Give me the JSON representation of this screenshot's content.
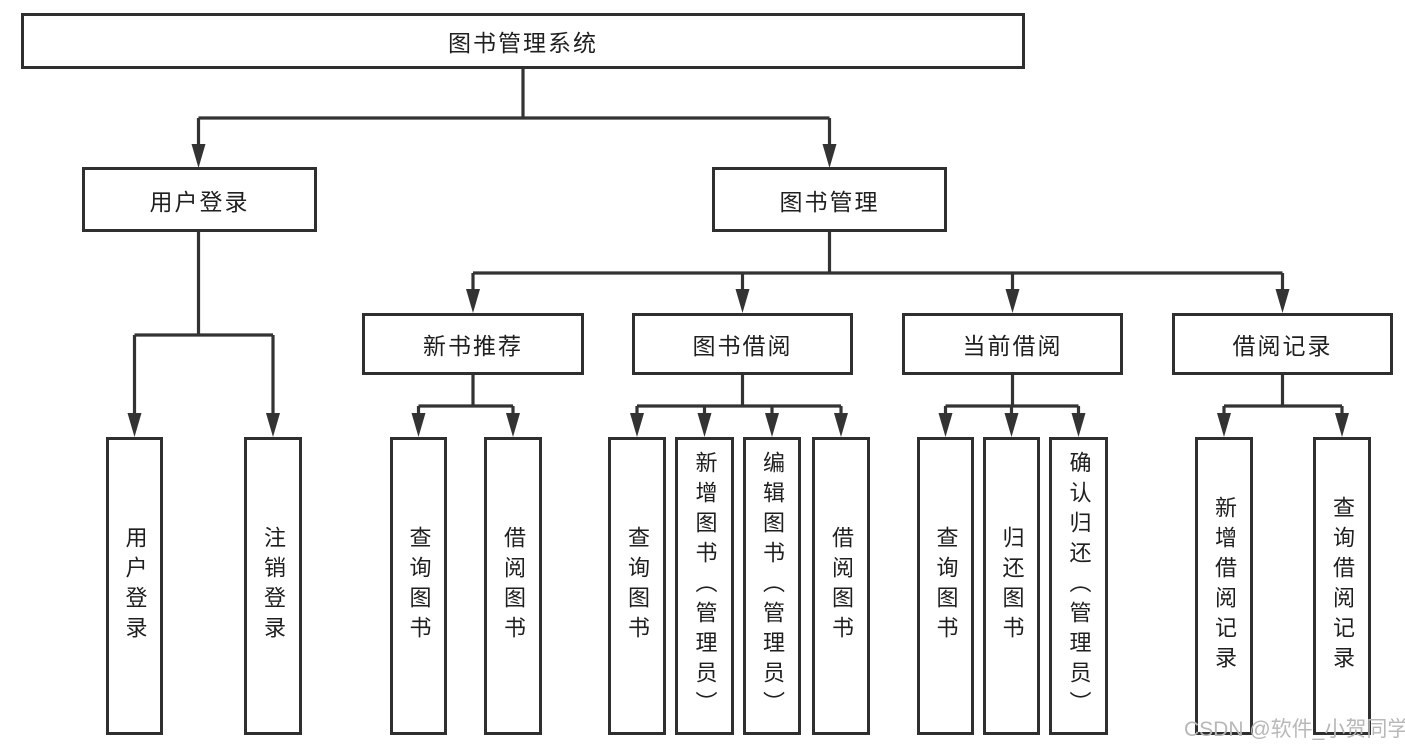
{
  "diagram": {
    "root": {
      "label": "图书管理系统"
    },
    "branches": [
      {
        "label": "用户登录",
        "children": [
          "用户登录",
          "注销登录"
        ]
      },
      {
        "label": "图书管理",
        "children": [
          {
            "label": "新书推荐",
            "children": [
              "查询图书",
              "借阅图书"
            ]
          },
          {
            "label": "图书借阅",
            "children": [
              "查询图书",
              "新增图书（管理员）",
              "编辑图书（管理员）",
              "借阅图书"
            ]
          },
          {
            "label": "当前借阅",
            "children": [
              "查询图书",
              "归还图书",
              "确认归还（管理员）"
            ]
          },
          {
            "label": "借阅记录",
            "children": [
              "新增借阅记录",
              "查询借阅记录"
            ]
          }
        ]
      }
    ]
  },
  "watermark": {
    "text": "CSDN @软件_小贺同学",
    "color": "#b8b8b8"
  },
  "colors": {
    "line": "#333333",
    "box_border": "#2f2f2f",
    "text": "#1f1f1f",
    "background": "#ffffff"
  }
}
